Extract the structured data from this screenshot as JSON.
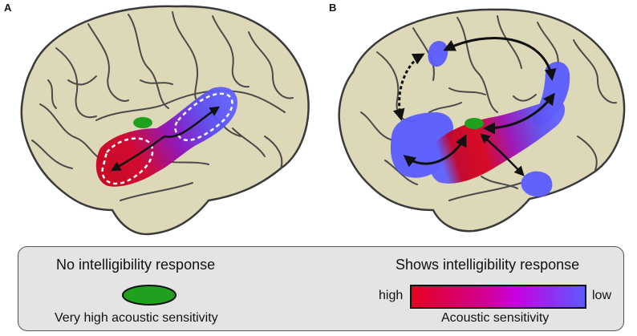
{
  "panels": {
    "a_label": "A",
    "b_label": "B"
  },
  "legend": {
    "no_response_title": "No intelligibility response",
    "no_response_caption": "Very high acoustic sensitivity",
    "shows_response_title": "Shows intelligibility response",
    "scale_high_label": "high",
    "scale_low_label": "low",
    "scale_caption": "Acoustic sensitivity"
  },
  "colors": {
    "brain_fill": "#ddd8b8",
    "sulcus_line": "#4a4a4a",
    "green_region": "#1fa01f",
    "scale_high": "#e8001e",
    "scale_mid": "#c800e0",
    "scale_low": "#5a5cff"
  }
}
